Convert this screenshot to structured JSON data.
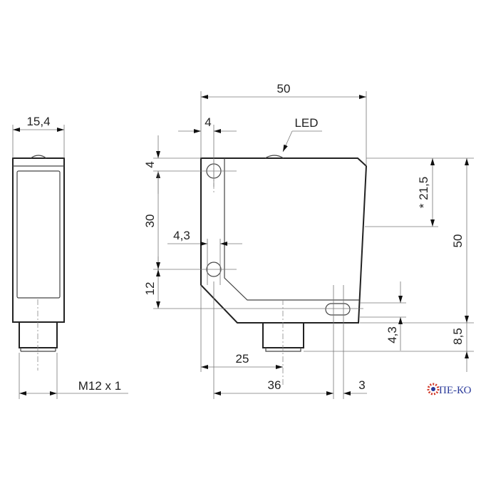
{
  "views": {
    "side": {
      "width_label": "15,4",
      "thread_label": "M12 x 1"
    },
    "front": {
      "width_label": "50",
      "hole_offset_label": "4",
      "led_label": "LED",
      "top_hole_label": "4",
      "hole_spacing_label": "30",
      "hole_diameter_label": "4,3",
      "bottom_offset_label": "12",
      "connector_offset_label": "25",
      "slot_spacing_label": "36",
      "slot_width_label": "3",
      "optical_axis_label": "* 21,5",
      "height_label": "50",
      "slot_height_label": "4,3",
      "slot_bottom_label": "8,5"
    }
  },
  "logo": {
    "text": "ПЕ-КО",
    "colors": {
      "gear": "#d23a2a",
      "text": "#2a3a9a"
    }
  }
}
